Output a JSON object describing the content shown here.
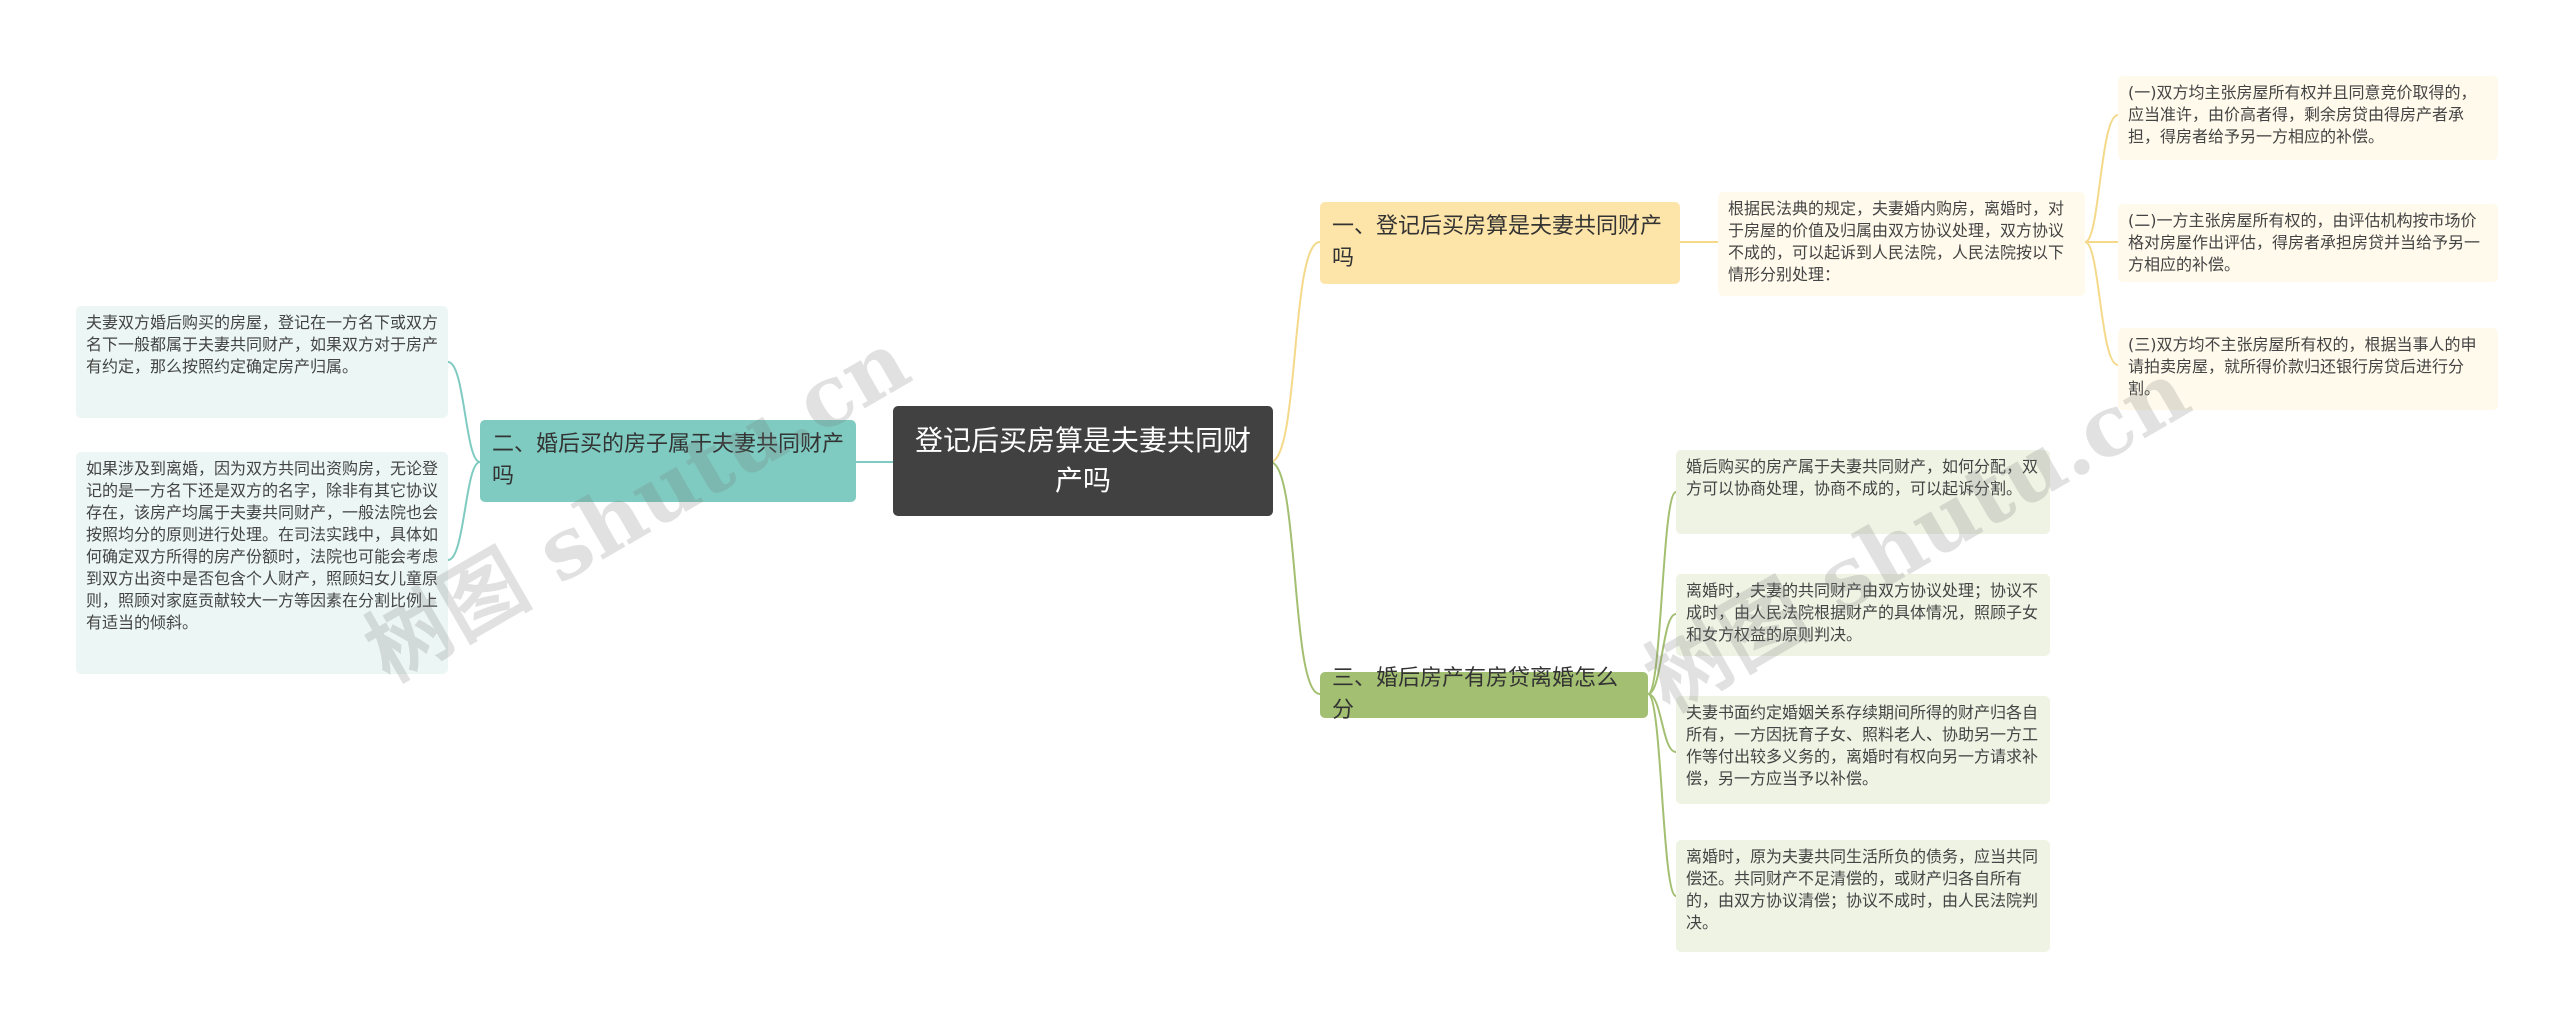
{
  "root": {
    "title": "登记后买房算是夫妻共同财产吗"
  },
  "branches": {
    "b1": {
      "title": "一、登记后买房算是夫妻共同财产吗",
      "summary": "根据民法典的规定，夫妻婚内购房，离婚时，对于房屋的价值及归属由双方协议处理，双方协议不成的，可以起诉到人民法院，人民法院按以下情形分别处理：",
      "items": [
        "(一)双方均主张房屋所有权并且同意竞价取得的，应当准许，由价高者得，剩余房贷由得房产者承担，得房者给予另一方相应的补偿。",
        "(二)一方主张房屋所有权的，由评估机构按市场价格对房屋作出评估，得房者承担房贷并当给予另一方相应的补偿。",
        "(三)双方均不主张房屋所有权的，根据当事人的申请拍卖房屋，就所得价款归还银行房贷后进行分割。"
      ]
    },
    "b2": {
      "title": "二、婚后买的房子属于夫妻共同财产吗",
      "items": [
        "夫妻双方婚后购买的房屋，登记在一方名下或双方名下一般都属于夫妻共同财产，如果双方对于房产有约定，那么按照约定确定房产归属。",
        "如果涉及到离婚，因为双方共同出资购房，无论登记的是一方名下还是双方的名字，除非有其它协议存在，该房产均属于夫妻共同财产，一般法院也会按照均分的原则进行处理。在司法实践中，具体如何确定双方所得的房产份额时，法院也可能会考虑到双方出资中是否包含个人财产，照顾妇女儿童原则，照顾对家庭贡献较大一方等因素在分割比例上有适当的倾斜。"
      ]
    },
    "b3": {
      "title": "三、婚后房产有房贷离婚怎么分",
      "items": [
        "婚后购买的房产属于夫妻共同财产，如何分配，双方可以协商处理，协商不成的，可以起诉分割。",
        "离婚时，夫妻的共同财产由双方协议处理；协议不成时，由人民法院根据财产的具体情况，照顾子女和女方权益的原则判决。",
        "夫妻书面约定婚姻关系存续期间所得的财产归各自所有，一方因抚育子女、照料老人、协助另一方工作等付出较多义务的，离婚时有权向另一方请求补偿，另一方应当予以补偿。",
        "离婚时，原为夫妻共同生活所负的债务，应当共同偿还。共同财产不足清偿的，或财产归各自所有的，由双方协议清偿；协议不成时，由人民法院判决。"
      ]
    }
  },
  "watermarks": [
    "树图 shutu.cn",
    "树图 shutu.cn"
  ],
  "colors": {
    "root": "#414141",
    "branch1": "#fde4a9",
    "branch2": "#7fcbc1",
    "branch3": "#a3bf72",
    "line1": "#f5d98b",
    "line2": "#7fcbc1",
    "line3": "#a3bf72"
  }
}
